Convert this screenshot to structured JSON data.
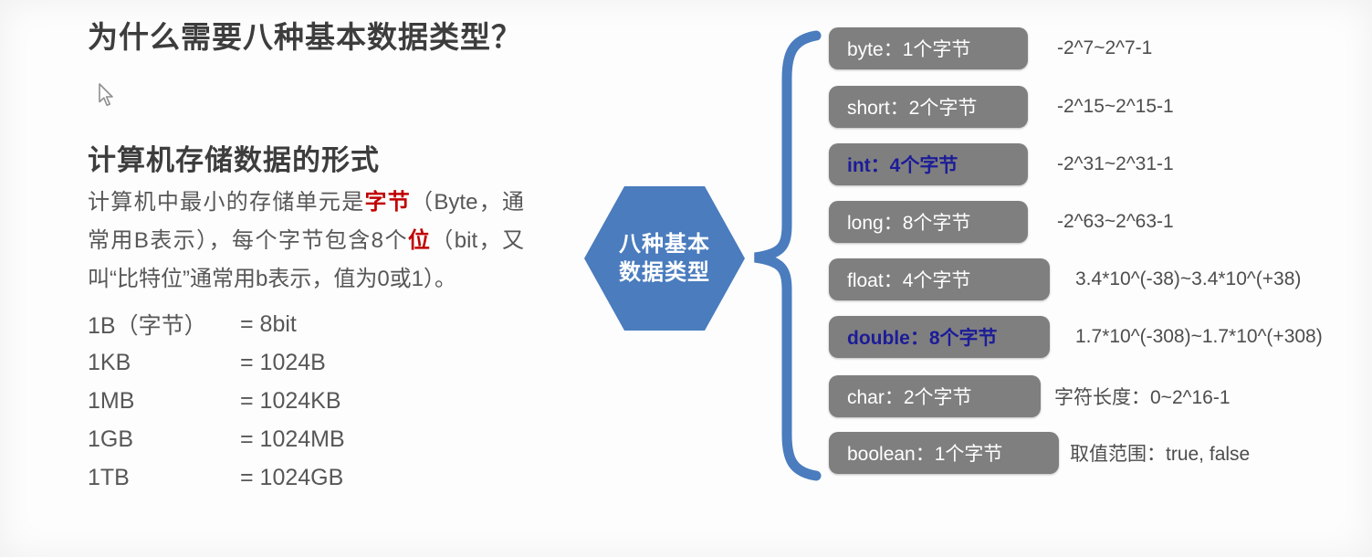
{
  "page": {
    "title": "为什么需要八种基本数据类型？",
    "section_heading": "计算机存储数据的形式"
  },
  "paragraph": {
    "seg1": "计算机中最小的存储单元是",
    "seg2_red": "字节",
    "seg3": "（Byte，通常用B表示），每个字节包含8个",
    "seg4_red": "位",
    "seg5": "（bit，又叫“比特位”通常用b表示，值为0或1）。"
  },
  "conversions": [
    {
      "label": "1B（字节）",
      "value": "= 8bit"
    },
    {
      "label": "1KB",
      "value": "= 1024B"
    },
    {
      "label": "1MB",
      "value": "= 1024KB"
    },
    {
      "label": "1GB",
      "value": "= 1024MB"
    },
    {
      "label": "1TB",
      "value": "= 1024GB"
    }
  ],
  "diagram": {
    "hexagon": {
      "line1": "八种基本",
      "line2": "数据类型"
    },
    "rows": [
      {
        "label": "byte：1个字节",
        "range": "-2^7~2^7-1",
        "highlight": false
      },
      {
        "label": "short：2个字节",
        "range": "-2^15~2^15-1",
        "highlight": false
      },
      {
        "label": "int：4个字节",
        "range": "-2^31~2^31-1",
        "highlight": true
      },
      {
        "label": "long：8个字节",
        "range": "-2^63~2^63-1",
        "highlight": false
      },
      {
        "label": "float：4个字节",
        "range": "3.4*10^(-38)~3.4*10^(+38)",
        "highlight": false
      },
      {
        "label": "double：8个字节",
        "range": "1.7*10^(-308)~1.7*10^(+308)",
        "highlight": true
      },
      {
        "label": "char：2个字节",
        "range": "字符长度：0~2^16-1",
        "highlight": false
      },
      {
        "label": "boolean：1个字节",
        "range": "取值范围：true, false",
        "highlight": false
      }
    ]
  },
  "colors": {
    "hexagon_blue": "#4a7cbe",
    "brace_blue": "#4a7cbe",
    "box_gray": "#7f7f7f",
    "highlight_navy": "#1c1c99",
    "accent_red": "#c00000",
    "body_text": "#575757",
    "heading_text": "#3d3d3d"
  }
}
